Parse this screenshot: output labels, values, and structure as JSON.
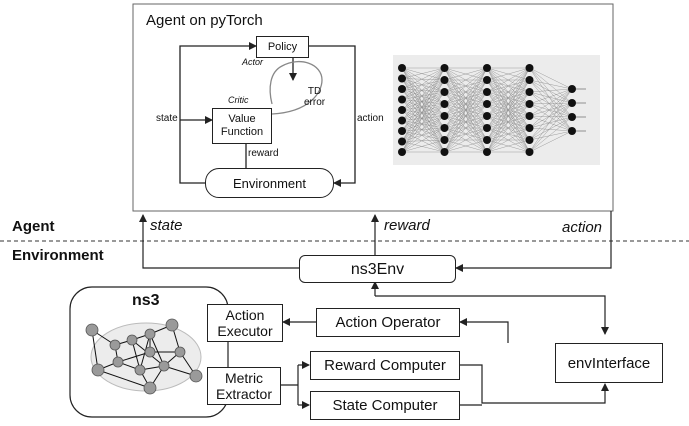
{
  "agent_panel": {
    "title": "Agent on pyTorch",
    "actor_critic": {
      "policy": "Policy",
      "actor": "Actor",
      "td_error_line1": "TD",
      "td_error_line2": "error",
      "critic": "Critic",
      "value_function_line1": "Value",
      "value_function_line2": "Function",
      "state": "state",
      "action": "action",
      "reward": "reward",
      "environment": "Environment"
    },
    "neural_network": {
      "layer_nodes": [
        9,
        8,
        8,
        8,
        4
      ]
    }
  },
  "layers": {
    "agent": "Agent",
    "environment": "Environment"
  },
  "signals": {
    "state": "state",
    "reward": "reward",
    "action": "action"
  },
  "ns3env": "ns3Env",
  "ns3": {
    "title": "ns3",
    "action_executor_line1": "Action",
    "action_executor_line2": "Executor",
    "metric_extractor_line1": "Metric",
    "metric_extractor_line2": "Extractor"
  },
  "action_operator": "Action Operator",
  "reward_computer": "Reward Computer",
  "state_computer": "State Computer",
  "env_interface": "envInterface",
  "colors": {
    "line": "#222222",
    "panel_border": "#666666",
    "network_bg": "#ececec",
    "router": "#9a9a9a"
  }
}
